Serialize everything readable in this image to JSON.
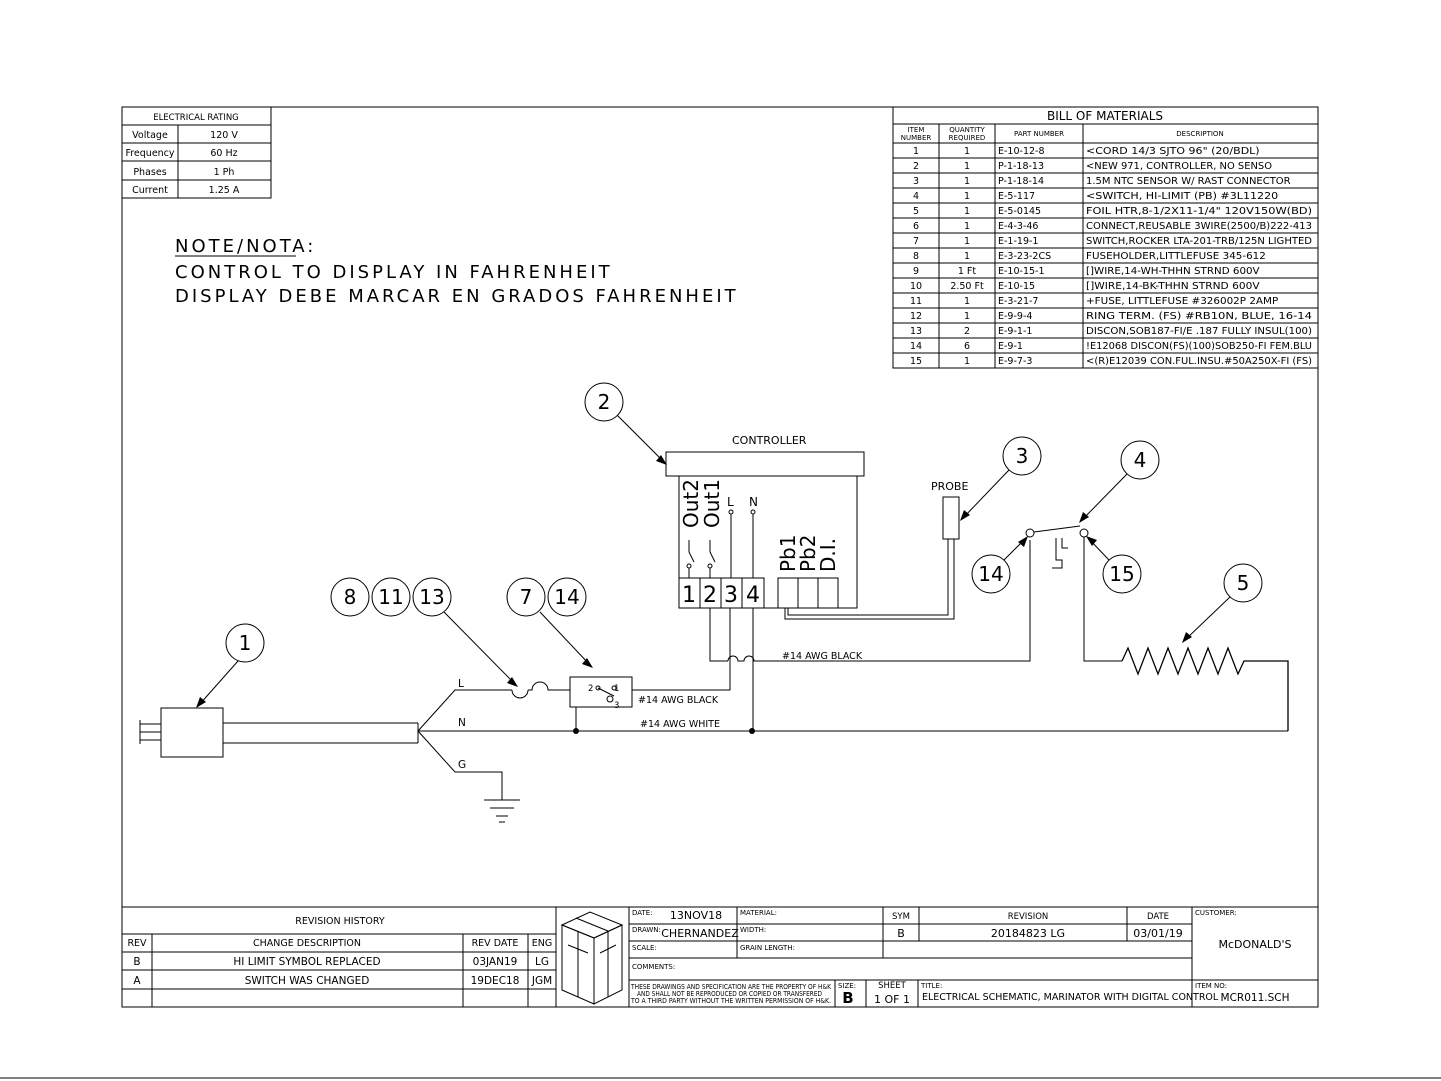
{
  "electrical_rating": {
    "title": "ELECTRICAL RATING",
    "rows": [
      {
        "label": "Voltage",
        "value": "120 V"
      },
      {
        "label": "Frequency",
        "value": "60 Hz"
      },
      {
        "label": "Phases",
        "value": "1 Ph"
      },
      {
        "label": "Current",
        "value": "1.25 A"
      }
    ]
  },
  "bom": {
    "title": "BILL OF MATERIALS",
    "headers": {
      "item_1": "ITEM",
      "item_2": "NUMBER",
      "qty_1": "QUANTITY",
      "qty_2": "REQUIRED",
      "part": "PART NUMBER",
      "desc": "DESCRIPTION"
    },
    "rows": [
      {
        "item": "1",
        "qty": "1",
        "part": "E-10-12-8",
        "desc": "<CORD 14/3 SJTO 96\" (20/BDL)"
      },
      {
        "item": "2",
        "qty": "1",
        "part": "P-1-18-13",
        "desc": "<NEW 971, CONTROLLER, NO SENSO"
      },
      {
        "item": "3",
        "qty": "1",
        "part": "P-1-18-14",
        "desc": "1.5M NTC SENSOR W/ RAST CONNECTOR"
      },
      {
        "item": "4",
        "qty": "1",
        "part": "E-5-117",
        "desc": "<SWITCH, HI-LIMIT (PB) #3L11220"
      },
      {
        "item": "5",
        "qty": "1",
        "part": "E-5-0145",
        "desc": "FOIL HTR,8-1/2X11-1/4\" 120V150W(BD)"
      },
      {
        "item": "6",
        "qty": "1",
        "part": "E-4-3-46",
        "desc": "CONNECT,REUSABLE 3WIRE(2500/B)222-413"
      },
      {
        "item": "7",
        "qty": "1",
        "part": "E-1-19-1",
        "desc": "SWITCH,ROCKER LTA-201-TRB/125N LIGHTED"
      },
      {
        "item": "8",
        "qty": "1",
        "part": "E-3-23-2CS",
        "desc": "FUSEHOLDER,LITTLEFUSE 345-612"
      },
      {
        "item": "9",
        "qty": "1 Ft",
        "part": "E-10-15-1",
        "desc": "[]WIRE,14-WH-THHN STRND 600V"
      },
      {
        "item": "10",
        "qty": "2.50 Ft",
        "part": "E-10-15",
        "desc": "[]WIRE,14-BK-THHN STRND 600V"
      },
      {
        "item": "11",
        "qty": "1",
        "part": "E-3-21-7",
        "desc": "+FUSE, LITTLEFUSE #326002P 2AMP"
      },
      {
        "item": "12",
        "qty": "1",
        "part": "E-9-9-4",
        "desc": "RING TERM. (FS) #RB10N, BLUE, 16-14"
      },
      {
        "item": "13",
        "qty": "2",
        "part": "E-9-1-1",
        "desc": "DISCON,SOB187-FI/E .187 FULLY INSUL(100)"
      },
      {
        "item": "14",
        "qty": "6",
        "part": "E-9-1",
        "desc": "!E12068 DISCON(FS)(100)SOB250-FI FEM.BLU"
      },
      {
        "item": "15",
        "qty": "1",
        "part": "E-9-7-3",
        "desc": "<(R)E12039 CON.FUL.INSU.#50A250X-FI (FS)"
      }
    ]
  },
  "note": {
    "heading": "NOTE/NOTA:",
    "line1": "CONTROL TO DISPLAY IN FAHRENHEIT",
    "line2": "DISPLAY DEBE MARCAR EN GRADOS FAHRENHEIT"
  },
  "schematic": {
    "controller_label": "CONTROLLER",
    "out2": "Out2",
    "out1": "Out1",
    "l": "L",
    "n": "N",
    "pins": [
      "1",
      "2",
      "3",
      "4"
    ],
    "pb1": "Pb1",
    "pb2": "Pb2",
    "di": "D.I.",
    "probe_label": "PROBE",
    "wire_black_top": "#14 AWG BLACK",
    "wire_black_switch": "#14 AWG BLACK",
    "wire_white": "#14 AWG WHITE",
    "cord_l": "L",
    "cord_n": "N",
    "cord_g": "G",
    "switch_p1": "1",
    "switch_p2": "2",
    "switch_p3": "3",
    "callouts": {
      "c1": "1",
      "c2": "2",
      "c3": "3",
      "c4": "4",
      "c5": "5",
      "c8": "8",
      "c11": "11",
      "c13": "13",
      "c7": "7",
      "c14a": "14",
      "c14b": "14",
      "c15": "15"
    }
  },
  "revision_history": {
    "title": "REVISION HISTORY",
    "headers": {
      "rev": "REV",
      "desc": "CHANGE DESCRIPTION",
      "date": "REV DATE",
      "eng": "ENG"
    },
    "rows": [
      {
        "rev": "B",
        "desc": "HI LIMIT SYMBOL REPLACED",
        "date": "03JAN19",
        "eng": "LG"
      },
      {
        "rev": "A",
        "desc": "SWITCH WAS CHANGED",
        "date": "19DEC18",
        "eng": "JGM"
      }
    ]
  },
  "title_block": {
    "date_label": "DATE:",
    "date": "13NOV18",
    "drawn_label": "DRAWN:",
    "drawn": "CHERNANDEZ",
    "scale_label": "SCALE:",
    "comments_label": "COMMENTS:",
    "material_label": "MATERIAL:",
    "width_label": "WIDTH:",
    "grain_label": "GRAIN LENGTH:",
    "disclaimer_1": "THESE DRAWINGS AND SPECIFICATION ARE THE PROPERTY OF H&K",
    "disclaimer_2": "AND SHALL NOT BE REPRODUCED OR COPIED OR TRANSFERED",
    "disclaimer_3": "TO A THIRD PARTY WITHOUT THE WRITTEN PERMISSION OF H&K.",
    "sym_label": "SYM",
    "sym": "B",
    "revision_label": "REVISION",
    "revision": "20184823 LG",
    "rdate_label": "DATE",
    "rdate": "03/01/19",
    "customer_label": "CUSTOMER:",
    "customer": "McDONALD'S",
    "size_label": "SIZE:",
    "size": "B",
    "sheet_label": "SHEET",
    "sheet": "1 OF 1",
    "title_label": "TITLE:",
    "title": "ELECTRICAL SCHEMATIC, MARINATOR WITH DIGITAL CONTROL",
    "item_no_label": "ITEM NO:",
    "item_no": "MCR011.SCH"
  }
}
